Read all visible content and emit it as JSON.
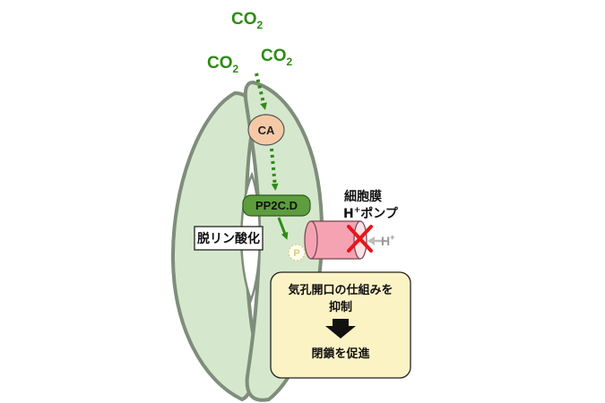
{
  "labels": {
    "co2_main": "CO",
    "co2_sub": "2",
    "ca": "CA",
    "pp2cd": "PP2C.D",
    "dephosphorylation": "脱リン酸化",
    "membrane_line1": "細胞膜",
    "membrane_h": "H",
    "membrane_sup": "+",
    "membrane_pump": "ポンプ",
    "h_ion": "H",
    "h_ion_sup": "+",
    "phosphate": "P",
    "result_line1": "気孔開口の仕組みを",
    "result_line2": "抑制",
    "result_line3": "閉鎖を促進"
  },
  "colors": {
    "guard_cell_fill": "#d5e8cd",
    "guard_cell_stroke": "#7f8d7b",
    "co2_green": "#2e8b16",
    "ca_fill": "#f6c9a6",
    "pp2cd_fill": "#5d9d3e",
    "pump_fill": "#f5a3b3",
    "block_red": "#e8141c",
    "result_box_fill": "#fcf3c5",
    "phosphate_color": "#d8cc7a"
  }
}
